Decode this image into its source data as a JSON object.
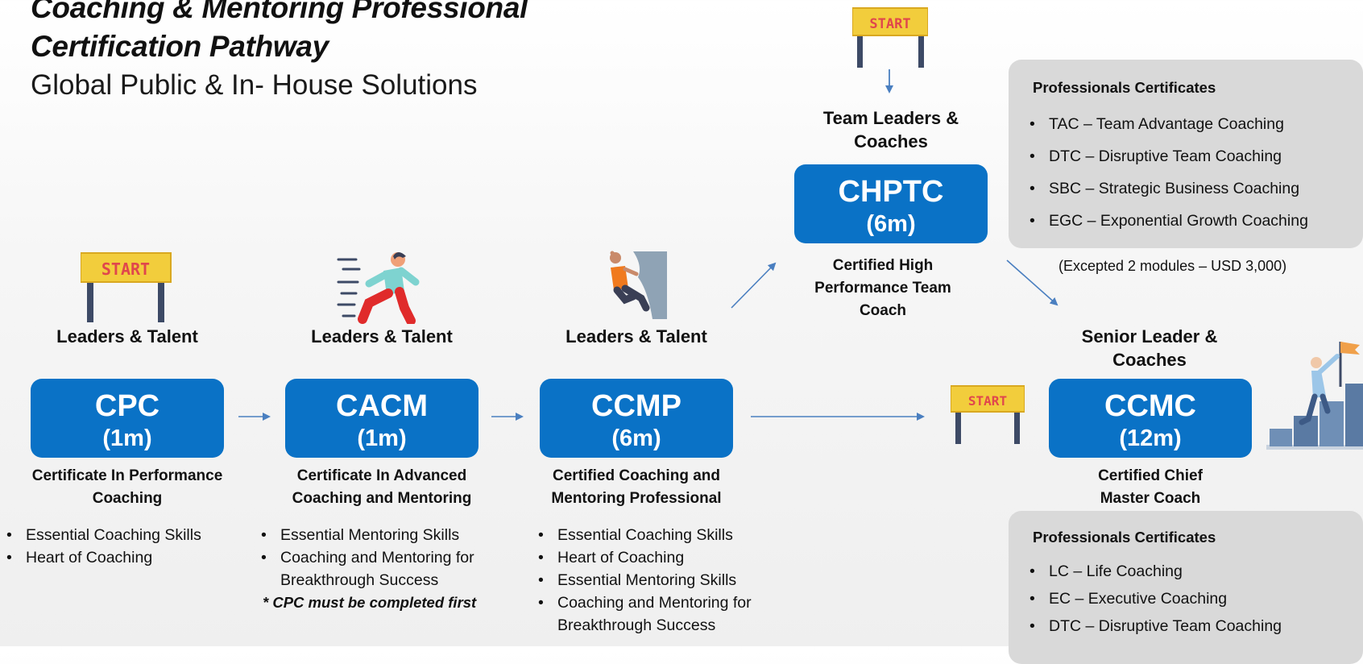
{
  "header": {
    "title": "Coaching & Mentoring Professional Certification Pathway",
    "subtitle": "Global Public & In- House Solutions"
  },
  "start_label": "START",
  "stages": [
    {
      "audience": "Leaders & Talent",
      "code": "CPC",
      "duration": "(1m)",
      "certificate": "Certificate In Performance Coaching",
      "modules": [
        "Essential Coaching Skills",
        "Heart of Coaching"
      ],
      "note": ""
    },
    {
      "audience": "Leaders & Talent",
      "code": "CACM",
      "duration": "(1m)",
      "certificate": "Certificate In Advanced Coaching and Mentoring",
      "modules": [
        "Essential Mentoring Skills",
        "Coaching and Mentoring for Breakthrough Success"
      ],
      "note": "* CPC must be completed first"
    },
    {
      "audience": "Leaders & Talent",
      "code": "CCMP",
      "duration": "(6m)",
      "certificate": "Certified Coaching and Mentoring Professional",
      "modules": [
        "Essential Coaching Skills",
        "Heart of Coaching",
        "Essential Mentoring Skills",
        "Coaching and Mentoring for Breakthrough Success"
      ],
      "note": ""
    },
    {
      "audience": "Team Leaders & Coaches",
      "code": "CHPTC",
      "duration": "(6m)",
      "certificate": "Certified High Performance Team Coach",
      "modules": [],
      "note": ""
    },
    {
      "audience": "Senior Leader & Coaches",
      "code": "CCMC",
      "duration": "(12m)",
      "certificate": "Certified Chief Master Coach",
      "modules": [],
      "note": ""
    }
  ],
  "top_panel": {
    "heading": "Professionals Certificates",
    "items": [
      "TAC – Team Advantage Coaching",
      "DTC –  Disruptive Team Coaching",
      "SBC – Strategic Business Coaching",
      "EGC – Exponential Growth Coaching"
    ],
    "footnote": "(Excepted 2 modules – USD 3,000)"
  },
  "bottom_panel": {
    "heading": "Professionals Certificates",
    "items": [
      "LC – Life Coaching",
      "EC – Executive Coaching",
      "DTC – Disruptive Team Coaching"
    ]
  },
  "colors": {
    "box_blue": "#0a72c6",
    "arrow_blue": "#4a7fc0",
    "panel_gray": "#d9d9d9",
    "banner_yellow": "#f2cd3c",
    "banner_text": "#e0474c"
  },
  "icons": [
    "start-banner-icon",
    "runner-icon",
    "climber-icon",
    "summit-flag-icon"
  ]
}
